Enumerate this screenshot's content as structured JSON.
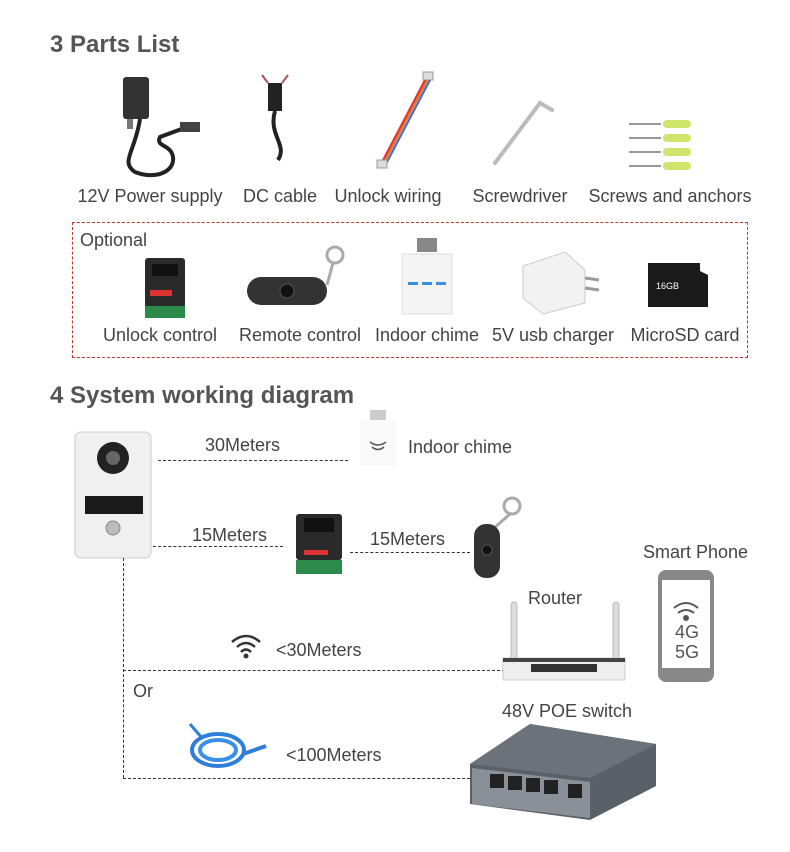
{
  "parts": {
    "title": "3 Parts List",
    "items": [
      {
        "label": "12V Power supply",
        "icon": "power-adapter"
      },
      {
        "label": "DC cable",
        "icon": "dc-cable"
      },
      {
        "label": "Unlock wiring",
        "icon": "wiring"
      },
      {
        "label": "Screwdriver",
        "icon": "screwdriver"
      },
      {
        "label": "Screws and anchors",
        "icon": "screws"
      }
    ],
    "optional": {
      "title": "Optional",
      "border_color": "#c0392b",
      "items": [
        {
          "label": "Unlock control",
          "icon": "unlock-controller"
        },
        {
          "label": "Remote control",
          "icon": "remote-fob"
        },
        {
          "label": "Indoor chime",
          "icon": "chime"
        },
        {
          "label": "5V usb charger",
          "icon": "usb-charger"
        },
        {
          "label": "MicroSD card",
          "icon": "microsd",
          "card_text": "16GB"
        }
      ]
    }
  },
  "diagram": {
    "title": "4 System working diagram",
    "chime_distance": "30Meters",
    "chime_label": "Indoor chime",
    "controller_distance": "15Meters",
    "remote_distance": "15Meters",
    "phone_label": "Smart Phone",
    "phone_text": [
      "4G",
      "5G"
    ],
    "router_label": "Router",
    "wifi_distance": "<30Meters",
    "or": "Or",
    "switch_label": "48V POE switch",
    "cable_distance": "<100Meters"
  }
}
